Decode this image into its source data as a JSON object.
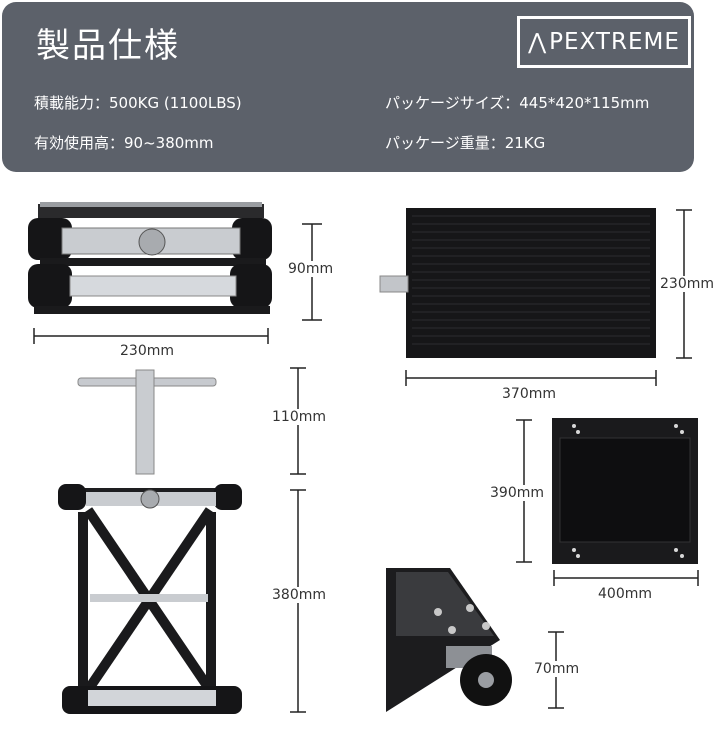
{
  "header": {
    "title": "製品仕様",
    "brand": "PEXTREME"
  },
  "specs": {
    "load_capacity": "積載能力：500KG (1100LBS)",
    "package_size": "パッケージサイズ：445*420*115mm",
    "working_height": "有効使用高：90~380mm",
    "package_weight": "パッケージ重量：21KG"
  },
  "dimensions": {
    "front_height": "90mm",
    "front_width": "230mm",
    "top_width": "230mm",
    "top_length": "370mm",
    "handle_length": "110mm",
    "extended_height": "380mm",
    "base_depth": "390mm",
    "base_width": "400mm",
    "caster_height": "70mm"
  },
  "colors": {
    "panel": "#5c616a",
    "metal_dark": "#1c1c1e",
    "metal_light": "#bfc3c8"
  }
}
